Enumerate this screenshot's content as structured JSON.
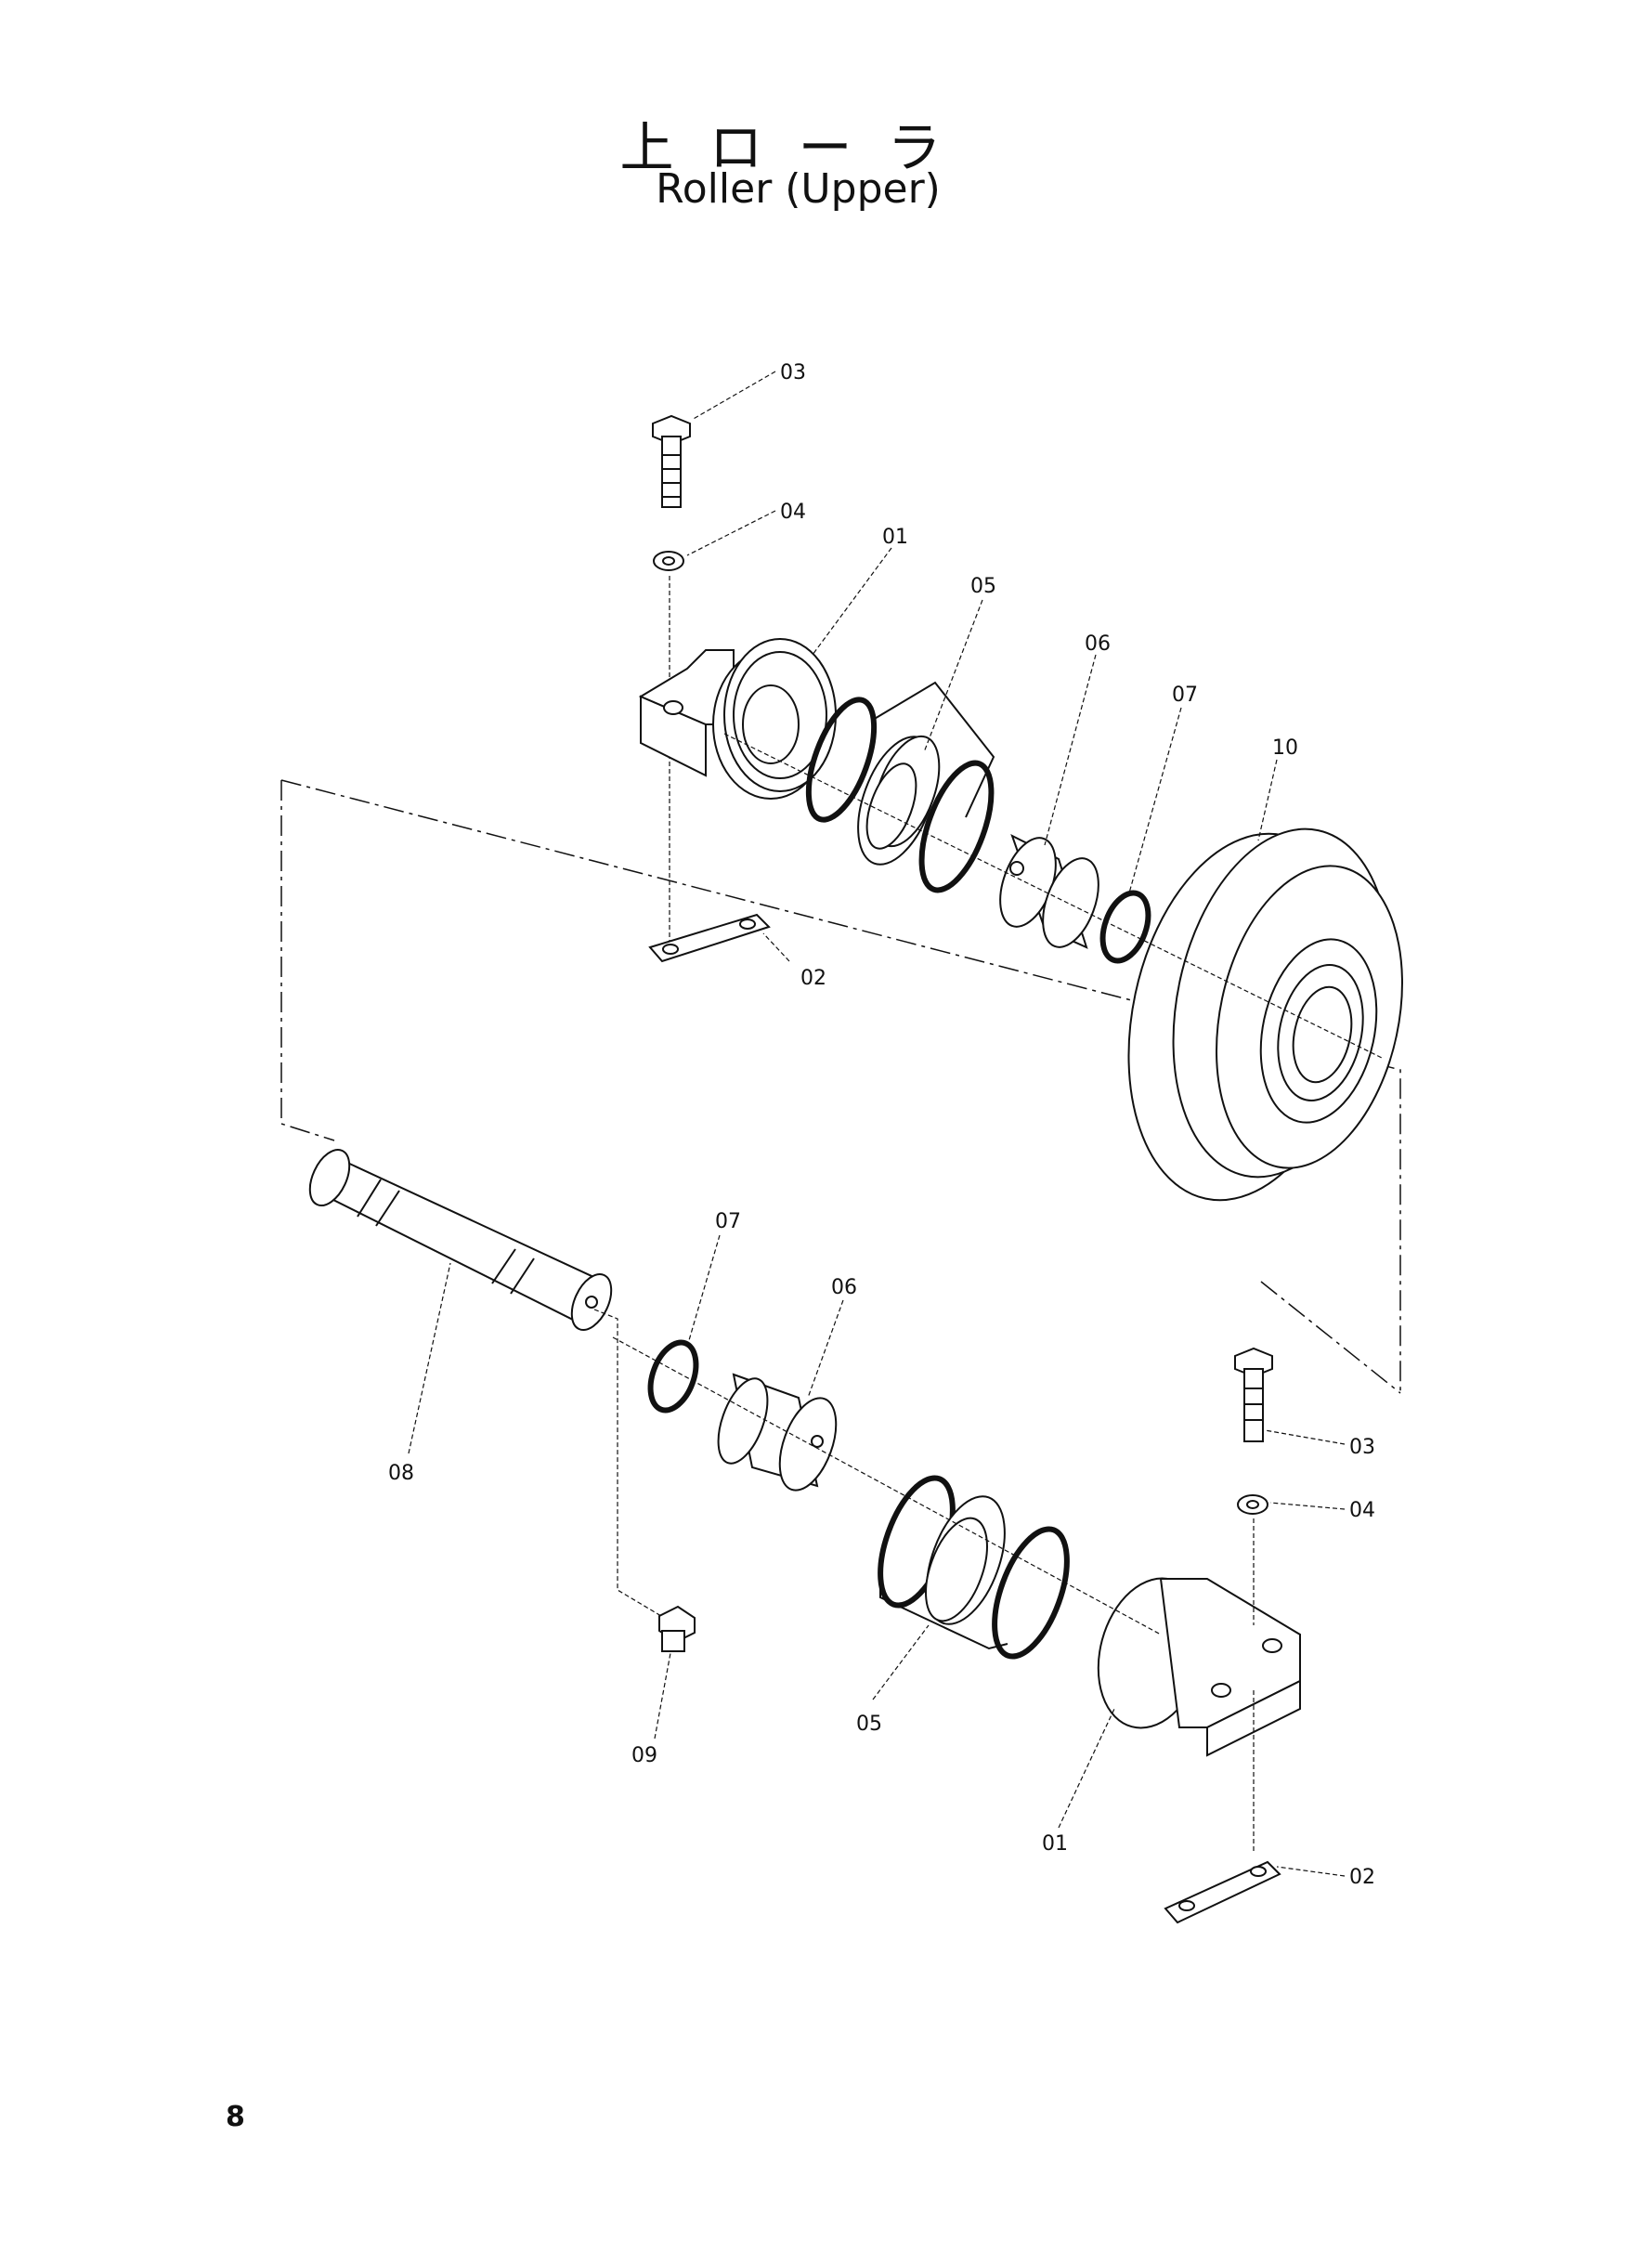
{
  "title": {
    "japanese": "上ローラ",
    "english": "Roller (Upper)"
  },
  "page_number": "8",
  "part_labels": {
    "top_03": "03",
    "top_04": "04",
    "top_01": "01",
    "top_05": "05",
    "top_06": "06",
    "top_07": "07",
    "top_10": "10",
    "top_02": "02",
    "bot_07": "07",
    "bot_06": "06",
    "bot_08": "08",
    "bot_03": "03",
    "bot_04": "04",
    "bot_05": "05",
    "bot_09": "09",
    "bot_01": "01",
    "bot_02": "02"
  }
}
